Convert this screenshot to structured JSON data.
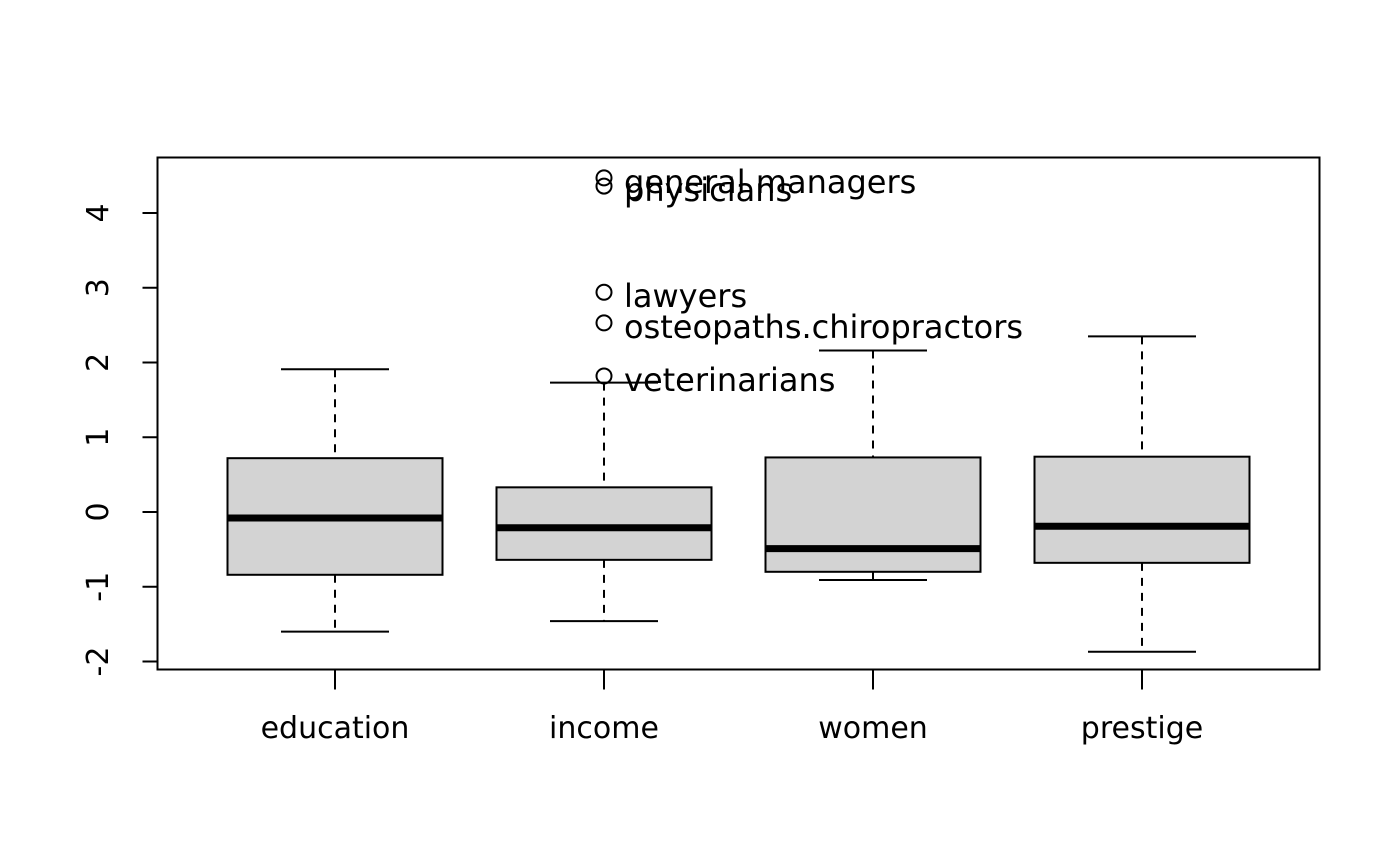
{
  "chart_data": {
    "type": "boxplot",
    "title": "",
    "xlabel": "",
    "ylabel": "",
    "ylim": [
      -2.1,
      4.75
    ],
    "y_ticks": [
      -2,
      -1,
      0,
      1,
      2,
      3,
      4
    ],
    "grid": false,
    "box_fill": "#d3d3d3",
    "categories": [
      "education",
      "income",
      "women",
      "prestige"
    ],
    "boxes": [
      {
        "name": "education",
        "whisker_low": -1.6,
        "q1": -0.84,
        "median": -0.08,
        "q3": 0.72,
        "whisker_high": 1.91,
        "outliers": []
      },
      {
        "name": "income",
        "whisker_low": -1.46,
        "q1": -0.64,
        "median": -0.21,
        "q3": 0.33,
        "whisker_high": 1.73,
        "outliers": [
          {
            "value": 4.47,
            "label": "general managers"
          },
          {
            "value": 4.36,
            "label": "physicians"
          },
          {
            "value": 2.94,
            "label": "lawyers"
          },
          {
            "value": 2.53,
            "label": "osteopaths.chiropractors"
          },
          {
            "value": 1.82,
            "label": "veterinarians"
          }
        ]
      },
      {
        "name": "women",
        "whisker_low": -0.91,
        "q1": -0.8,
        "median": -0.49,
        "q3": 0.73,
        "whisker_high": 2.16,
        "outliers": []
      },
      {
        "name": "prestige",
        "whisker_low": -1.87,
        "q1": -0.68,
        "median": -0.19,
        "q3": 0.74,
        "whisker_high": 2.35,
        "outliers": []
      }
    ]
  }
}
